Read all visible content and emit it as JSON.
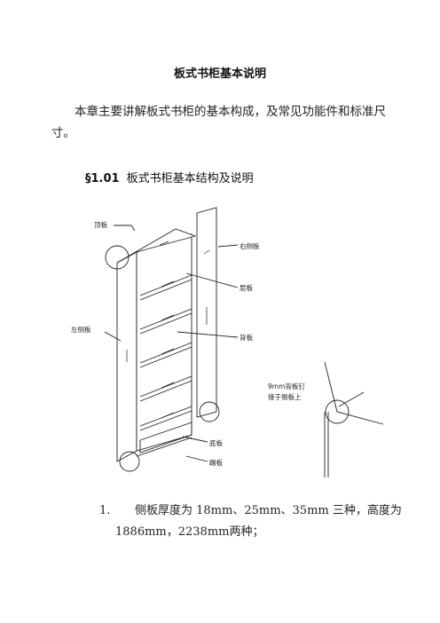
{
  "doc": {
    "title": "板式书柜基本说明",
    "intro": "本章主要讲解板式书柜的基本构成，及常见功能件和标准尺寸。",
    "section_number": "§1.01",
    "section_title": "板式书柜基本结构及说明"
  },
  "figure": {
    "labels": {
      "top_board": "顶板",
      "right_side": "右侧板",
      "shelf": "层板",
      "left_side": "左侧板",
      "back_board": "背板",
      "bottom_board": "底板",
      "kick_board": "踢板",
      "note_line1": "9mm背板钉",
      "note_line2": "接于侧板上"
    }
  },
  "list": {
    "item1_number": "1.",
    "item1_line1": "侧板厚度为 18mm、25mm、35mm 三种，高度为",
    "item1_line2": "1886mm，2238mm两种；"
  }
}
